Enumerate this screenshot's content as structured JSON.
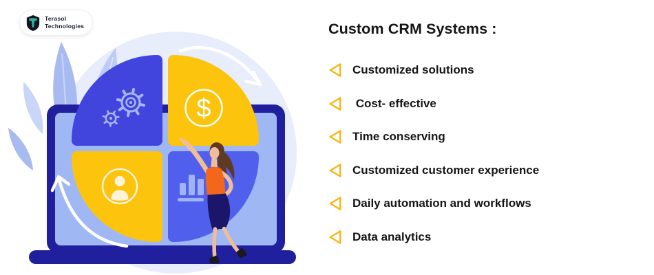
{
  "logo": {
    "line1": "Terasol",
    "line2": "Technologies"
  },
  "heading": "Custom CRM Systems :",
  "features": [
    "Customized solutions",
    " Cost- effective",
    "Time conserving",
    "Customized customer experience",
    "Daily automation and workflows",
    "Data analytics"
  ],
  "illustration": {
    "dollar_glyph": "$",
    "icon_names": [
      "gears-icon",
      "dollar-icon",
      "user-icon",
      "bar-chart-icon",
      "cycle-arrow-icon",
      "triangle-bullet-icon",
      "shield-logo-icon"
    ]
  },
  "colors": {
    "accent_yellow": "#fcc40d",
    "quad_blue_dark": "#4145de",
    "quad_blue_light": "#5160ec",
    "laptop_navy": "#201f9e",
    "screen_blue": "#9fb7f3",
    "bg_circle": "#e8edfb",
    "leaf_blue": "#a7bbf2",
    "bullet_gold": "#f9b412",
    "text_dark": "#151515",
    "logo_teal": "#2cb5a3",
    "woman_top_orange": "#f3661b",
    "woman_skirt_navy": "#1c166b"
  }
}
